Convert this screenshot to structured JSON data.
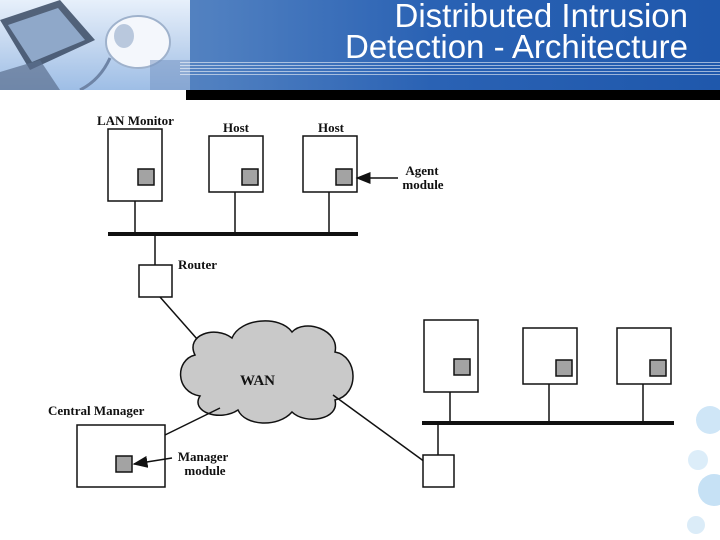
{
  "slide": {
    "title_line1": "Distributed Intrusion",
    "title_line2": "Detection - Architecture"
  },
  "diagram": {
    "labels": {
      "lan_monitor": "LAN Monitor",
      "host_1": "Host",
      "host_2": "Host",
      "agent_module_1": "Agent",
      "agent_module_2": "module",
      "router": "Router",
      "wan": "WAN",
      "central_manager": "Central Manager",
      "manager_module_1": "Manager",
      "manager_module_2": "module"
    }
  },
  "colors": {
    "header_blue": "#2a62b4",
    "cloud_gray": "#c9c9c9",
    "module_gray": "#a3a3a3"
  }
}
